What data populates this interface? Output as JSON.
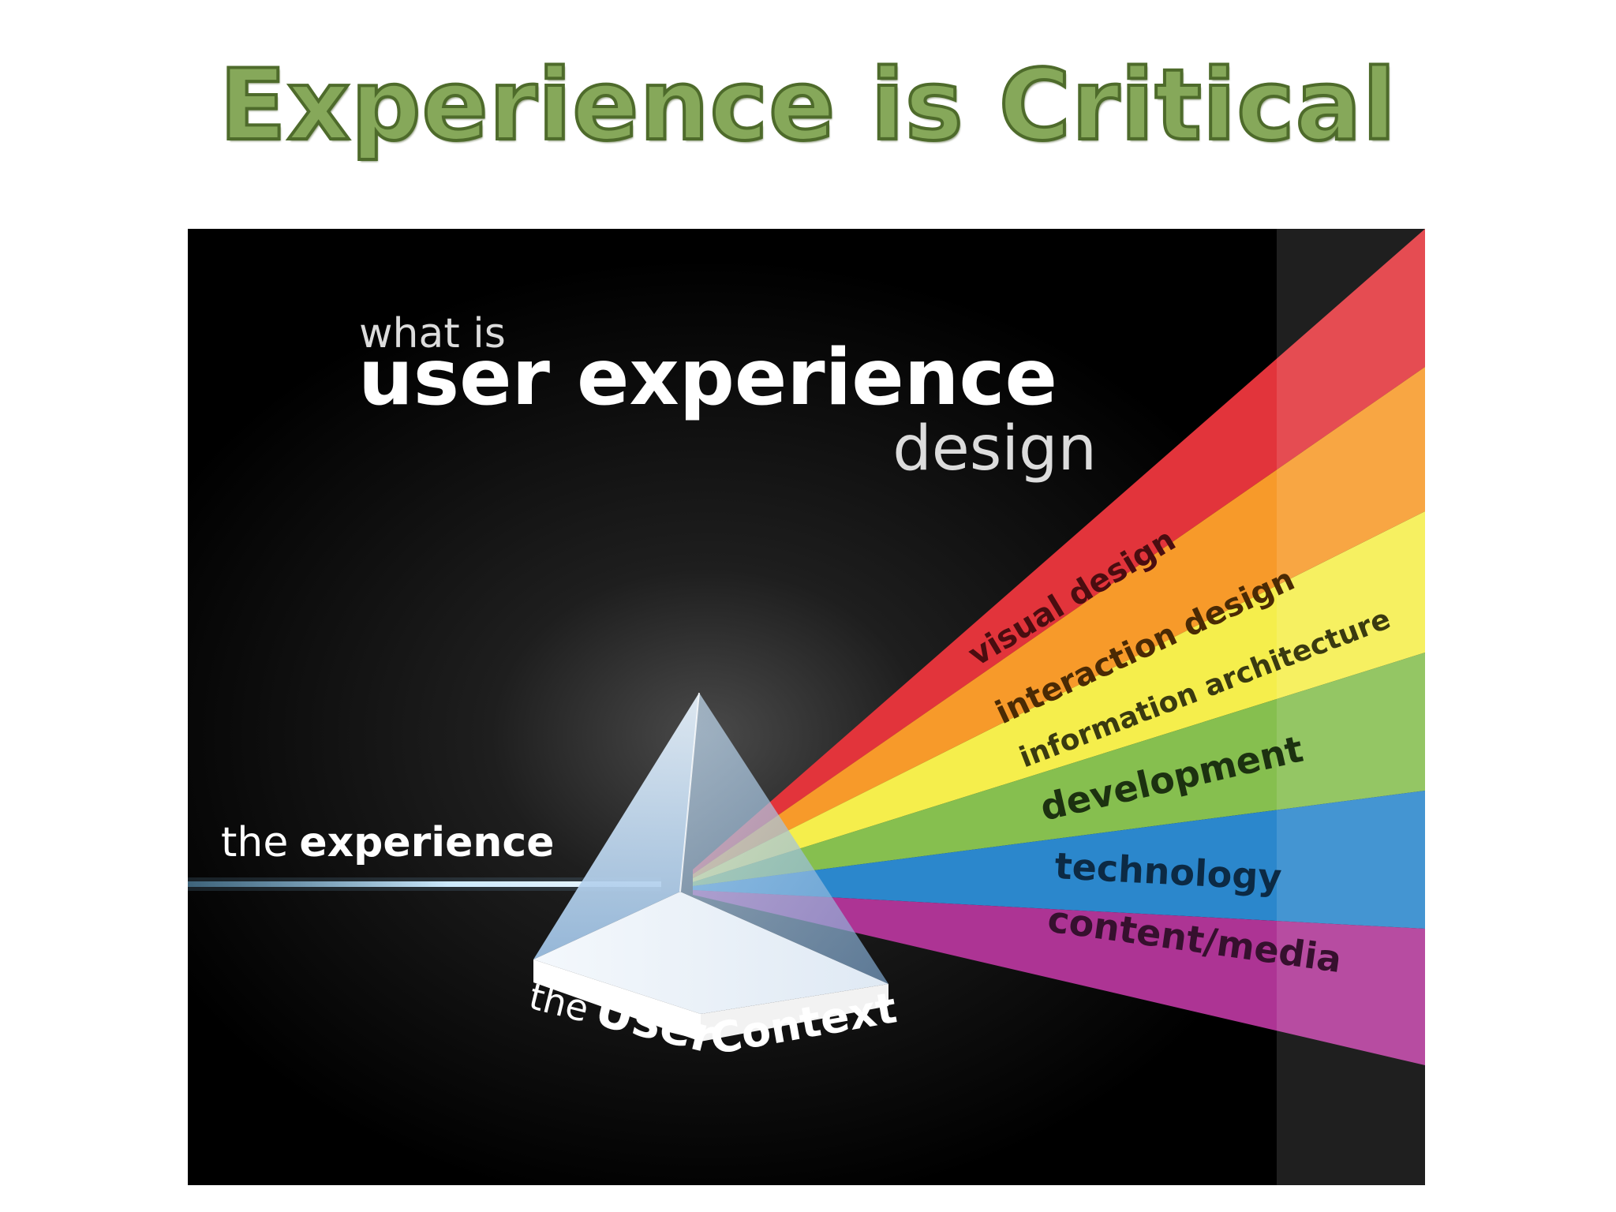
{
  "slide": {
    "title": "Experience is Critical"
  },
  "diagram": {
    "heading": {
      "line1": "what is",
      "line2": "user experience",
      "line3": "design"
    },
    "input_beam": {
      "prefix": "the",
      "emphasis": "experience"
    },
    "prism_faces": {
      "left": {
        "prefix": "the",
        "emphasis": "User"
      },
      "right": "Context"
    },
    "spectrum": [
      {
        "label": "visual design",
        "color": "#e2343b"
      },
      {
        "label": "interaction design",
        "color": "#f79a2a"
      },
      {
        "label": "information architecture",
        "color": "#f5ee4c"
      },
      {
        "label": "development",
        "color": "#86bf4f"
      },
      {
        "label": "technology",
        "color": "#2b87cc"
      },
      {
        "label": "content/media",
        "color": "#ad3494"
      }
    ],
    "colors": {
      "background": "#000000",
      "prism": "#cfe3f6",
      "heading_strong": "#ffffff",
      "heading_light": "#dcdcdc"
    }
  }
}
